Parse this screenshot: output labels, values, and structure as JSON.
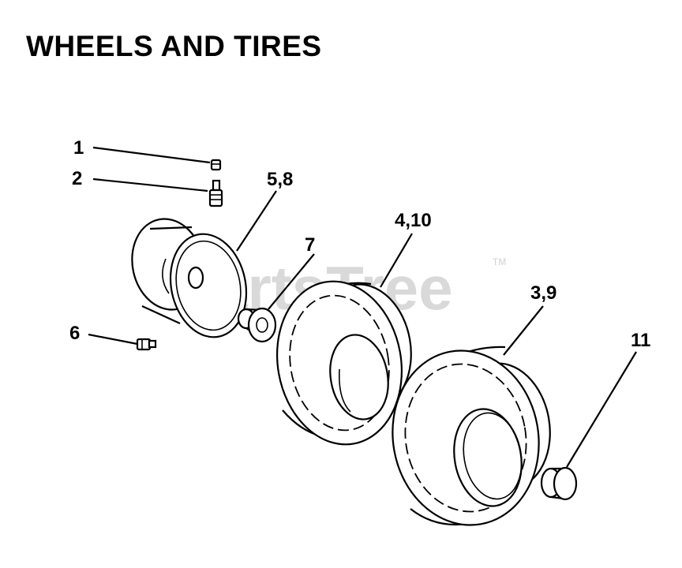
{
  "title": "WHEELS AND TIRES",
  "watermark": "PartsTree",
  "watermark_mark": "TM",
  "callouts": {
    "c1": "1",
    "c2": "2",
    "c58": "5,8",
    "c7": "7",
    "c410": "4,10",
    "c39": "3,9",
    "c6": "6",
    "c11": "11"
  }
}
